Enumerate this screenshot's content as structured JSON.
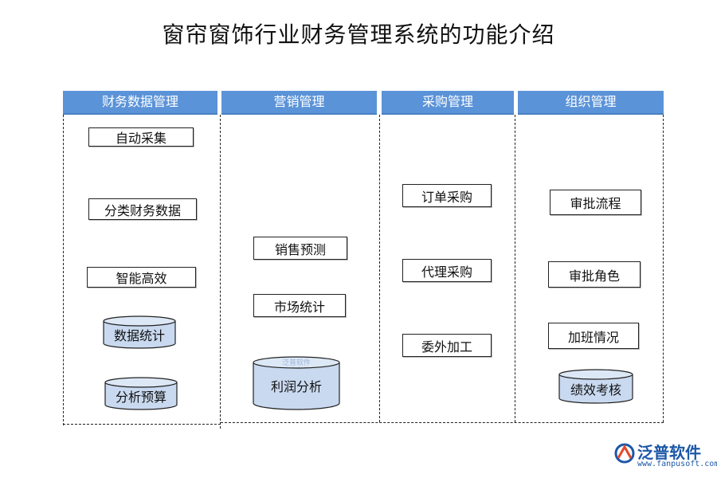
{
  "title": "窗帘窗饰行业财务管理系统的功能介绍",
  "columns": [
    {
      "header": "财务数据管理",
      "boxes": [
        "自动采集",
        "分类财务数据",
        "智能高效"
      ],
      "cylinders": [
        "数据统计",
        "分析预算"
      ]
    },
    {
      "header": "营销管理",
      "boxes": [
        "销售预测",
        "市场统计"
      ],
      "cylinders": [
        "利润分析"
      ]
    },
    {
      "header": "采购管理",
      "boxes": [
        "订单采购",
        "代理采购",
        "委外加工"
      ],
      "cylinders": []
    },
    {
      "header": "组织管理",
      "boxes": [
        "审批流程",
        "审批角色",
        "加班情况"
      ],
      "cylinders": [
        "绩效考核"
      ]
    }
  ],
  "watermark": "泛普软件",
  "logo": {
    "brand": "泛普软件",
    "url": "www.fanpusoft.com"
  },
  "colors": {
    "header_bg": "#5b93d8",
    "cylinder_fill": "#c9d9ef"
  }
}
